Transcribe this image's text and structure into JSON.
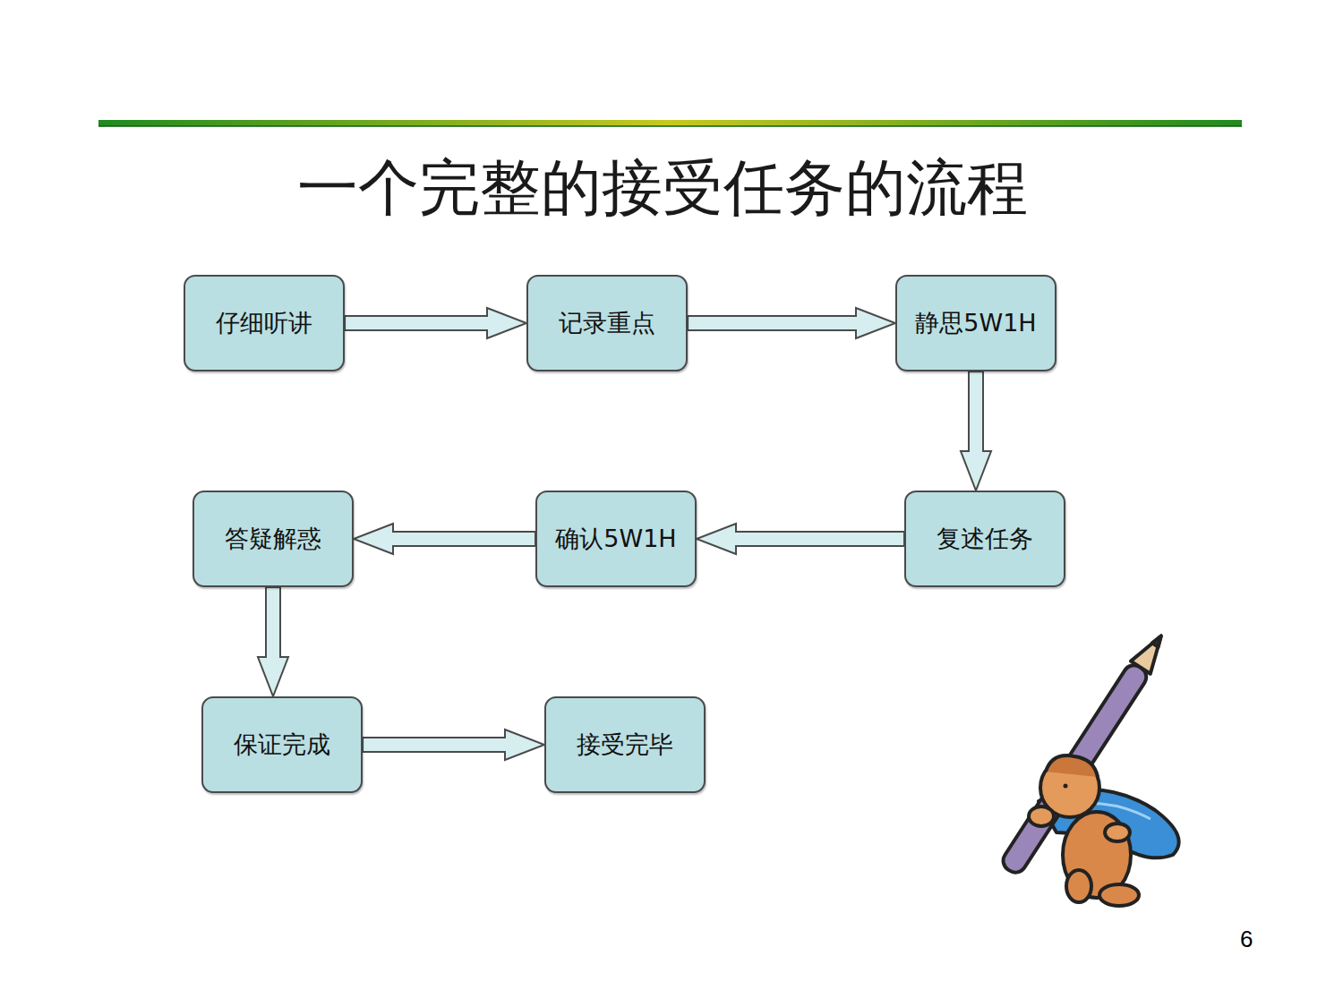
{
  "diagram": {
    "title": "一个完整的接受任务的流程",
    "nodes": [
      {
        "text": [
          "仔细听讲"
        ]
      },
      {
        "text": [
          "记录重点"
        ]
      },
      {
        "text": [
          "静思5W1H"
        ]
      },
      {
        "text": [
          "复述任务"
        ]
      },
      {
        "text": [
          "确认5W1H"
        ]
      },
      {
        "text": [
          "答疑解惑"
        ]
      },
      {
        "text": [
          "保证完成"
        ]
      },
      {
        "text": [
          "接受完毕"
        ]
      }
    ],
    "edges": [
      {
        "from": 0,
        "to": 1,
        "arrow": "to"
      },
      {
        "from": 1,
        "to": 2,
        "arrow": "to"
      },
      {
        "from": 2,
        "to": 3,
        "arrow": "to"
      },
      {
        "from": 3,
        "to": 4,
        "arrow": "to"
      },
      {
        "from": 4,
        "to": 5,
        "arrow": "to"
      },
      {
        "from": 5,
        "to": 6,
        "arrow": "to"
      },
      {
        "from": 6,
        "to": 7,
        "arrow": "to"
      }
    ],
    "labels": [
      "6"
    ]
  }
}
